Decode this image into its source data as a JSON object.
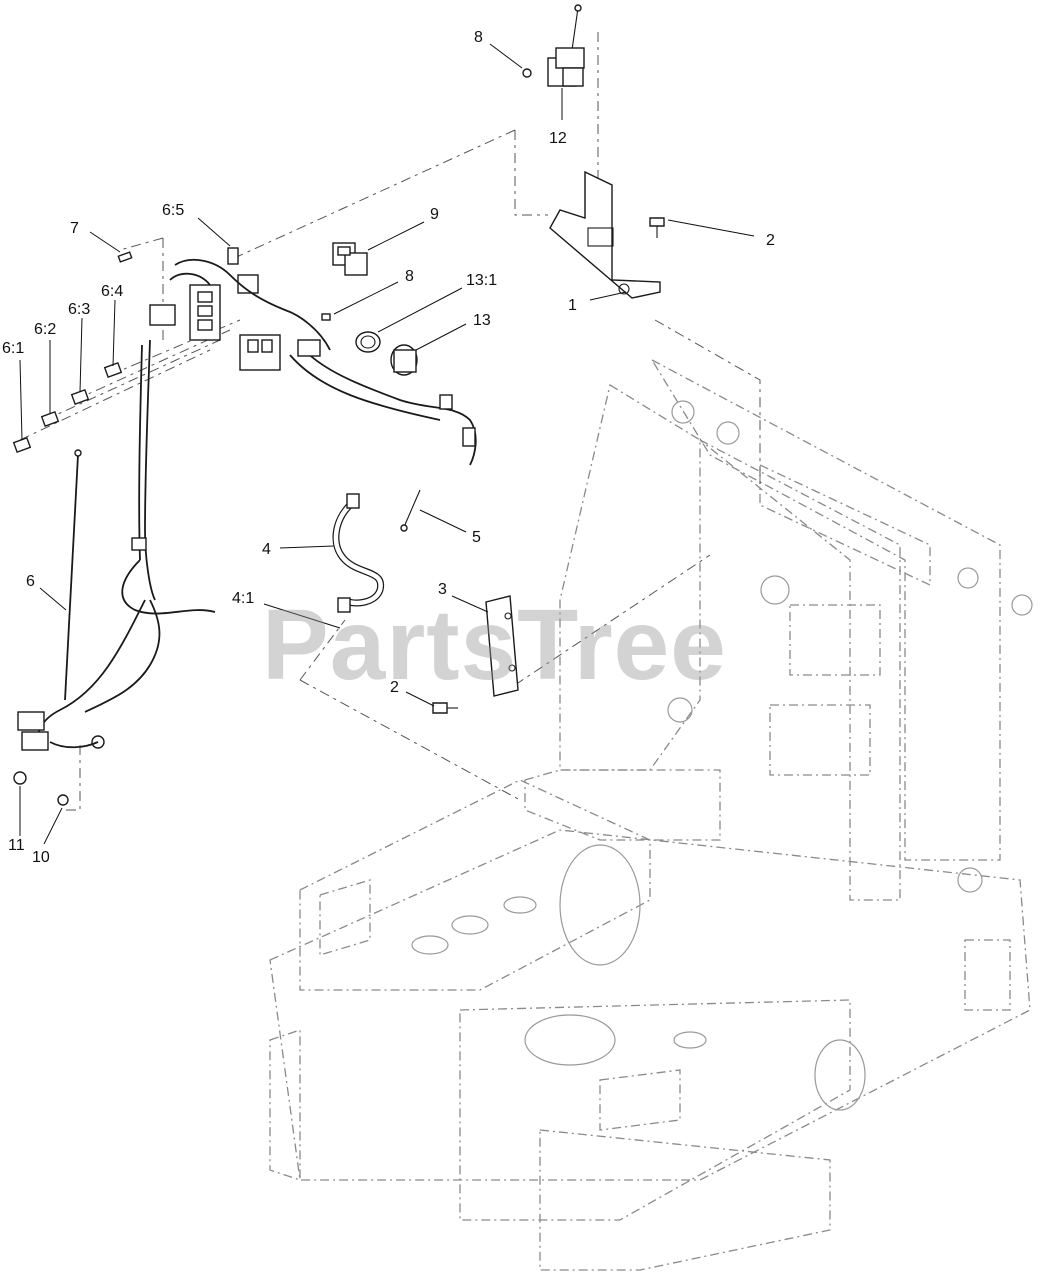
{
  "watermark": "PartsTree",
  "callouts": [
    {
      "id": "c-8-top",
      "label": "8"
    },
    {
      "id": "c-12",
      "label": "12"
    },
    {
      "id": "c-6-5",
      "label": "6:5"
    },
    {
      "id": "c-9",
      "label": "9"
    },
    {
      "id": "c-7",
      "label": "7"
    },
    {
      "id": "c-2-right",
      "label": "2"
    },
    {
      "id": "c-8-mid",
      "label": "8"
    },
    {
      "id": "c-13-1",
      "label": "13:1"
    },
    {
      "id": "c-1",
      "label": "1"
    },
    {
      "id": "c-6-4",
      "label": "6:4"
    },
    {
      "id": "c-6-3",
      "label": "6:3"
    },
    {
      "id": "c-6-2",
      "label": "6:2"
    },
    {
      "id": "c-13",
      "label": "13"
    },
    {
      "id": "c-6-1",
      "label": "6:1"
    },
    {
      "id": "c-5",
      "label": "5"
    },
    {
      "id": "c-4",
      "label": "4"
    },
    {
      "id": "c-6",
      "label": "6"
    },
    {
      "id": "c-3",
      "label": "3"
    },
    {
      "id": "c-4-1",
      "label": "4:1"
    },
    {
      "id": "c-2-lower",
      "label": "2"
    },
    {
      "id": "c-11",
      "label": "11"
    },
    {
      "id": "c-10",
      "label": "10"
    }
  ]
}
